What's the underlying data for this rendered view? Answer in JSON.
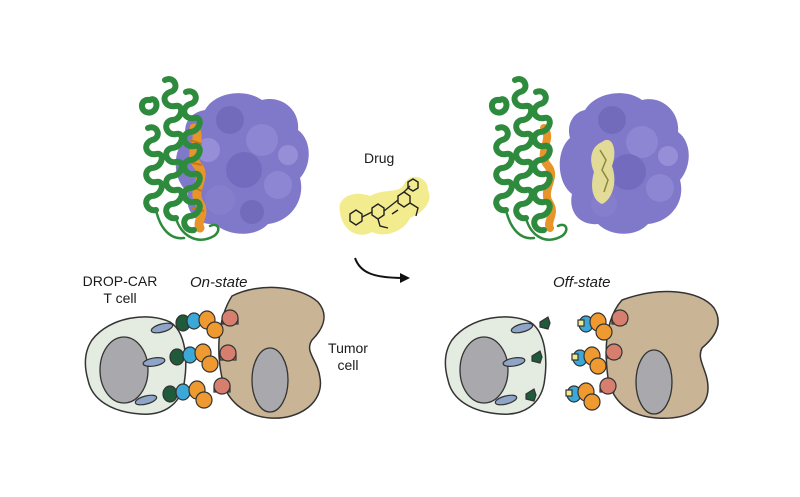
{
  "labels": {
    "drug": "Drug",
    "on_state": "On-state",
    "off_state": "Off-state",
    "car_t_line1": "DROP-CAR",
    "car_t_line2": "T cell",
    "tumor_line1": "Tumor",
    "tumor_line2": "cell"
  },
  "colors": {
    "helix_green": "#2e8b3e",
    "protein_purple": "#6a62c0",
    "peptide_orange": "#e8942a",
    "drug_yellow": "#f3ec8f",
    "t_cell_fill": "#e4ece2",
    "nucleus_gray": "#a9a9ad",
    "tumor_tan": "#c9b596",
    "receptor_orange": "#ef9a30",
    "ligand_salmon": "#d77f6f",
    "binder_blue": "#3ba8d8",
    "binder_dark_green": "#1f5a3a",
    "stalk_blue": "#8ea4c8"
  },
  "icons": {
    "arrow": "curved-arrow-icon"
  }
}
